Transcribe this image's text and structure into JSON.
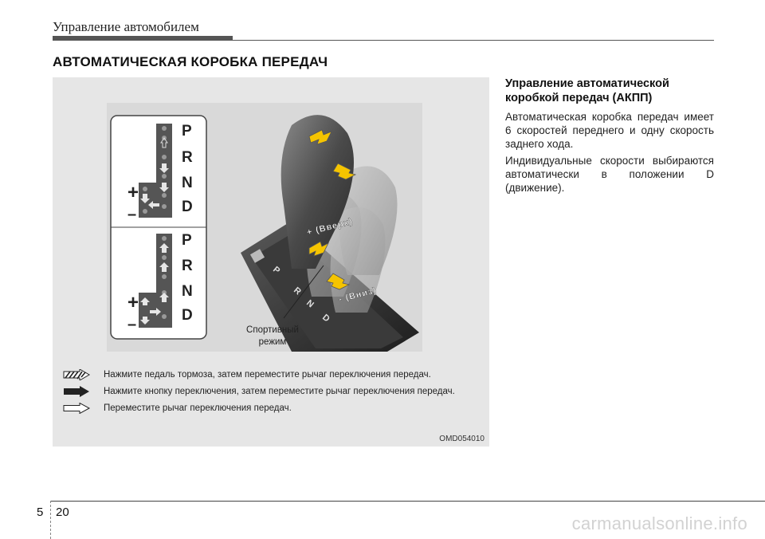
{
  "header": {
    "title": "Управление автомобилем"
  },
  "section": {
    "title": "АВТОМАТИЧЕСКАЯ КОРОБКА ПЕРЕДАЧ"
  },
  "figure": {
    "code": "OMD054010",
    "gate_top": {
      "letters": [
        "P",
        "R",
        "N",
        "D"
      ],
      "plus": "+",
      "minus": "–"
    },
    "gate_bottom": {
      "letters": [
        "P",
        "R",
        "N",
        "D"
      ],
      "plus": "+",
      "minus": "–"
    },
    "shifter": {
      "up_label": "+ (Вверх)",
      "down_label": "- (Вниз)",
      "sport_mode_label_line1": "Спортивный",
      "sport_mode_label_line2": "режим",
      "console_letters": [
        "P",
        "R",
        "N",
        "D"
      ]
    },
    "legend": [
      {
        "icon": "hatched-arrow-icon",
        "text": "Нажмите педаль тормоза, затем переместите рычаг переключения передач."
      },
      {
        "icon": "solid-arrow-icon",
        "text": "Нажмите кнопку переключения, затем переместите рычаг переключения передач."
      },
      {
        "icon": "outline-arrow-icon",
        "text": "Переместите рычаг переключения передач."
      }
    ]
  },
  "right_column": {
    "title": "Управление автоматической коробкой передач (АКПП)",
    "paragraphs": [
      "Автоматическая коробка передач имеет 6 скоростей переднего и одну скорость заднего хода.",
      "Индивидуальные скорости выбираются автоматически в положении D (движение)."
    ]
  },
  "footer": {
    "chapter": "5",
    "page": "20"
  },
  "watermark": "carmanualsonline.info"
}
